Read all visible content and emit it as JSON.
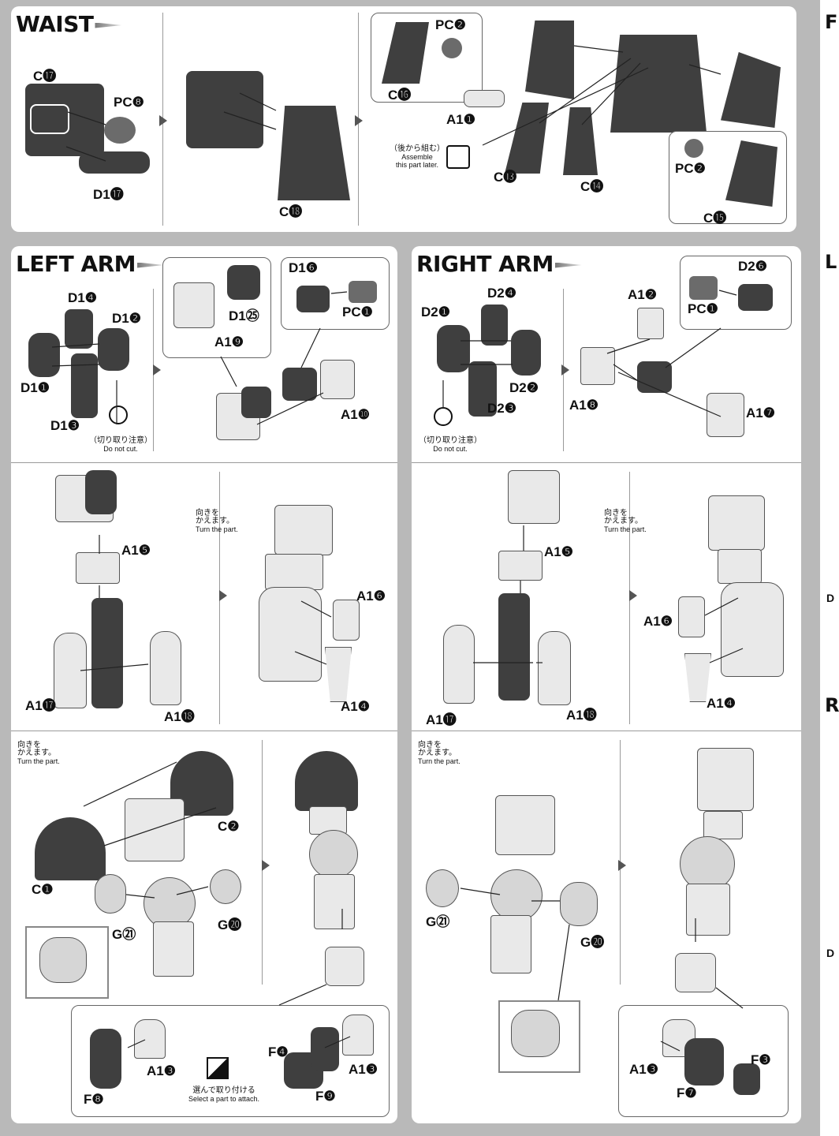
{
  "waist": {
    "title": "WAIST",
    "labels": {
      "c17": "C⓱",
      "pc8": "PC❽",
      "d17": "D1⓱",
      "c18": "C⓲",
      "pc2_top": "PC❷",
      "c16": "C⓰",
      "a11": "A1❶",
      "c13": "C⓭",
      "c14": "C⓮",
      "pc2_inset": "PC❷",
      "c15": "C⓯"
    },
    "assemble_later": {
      "jp": "（後から組む）",
      "en1": "Assemble",
      "en2": "this part later."
    }
  },
  "left_arm": {
    "title": "LEFT ARM",
    "step1": {
      "d14": "D1❹",
      "d12": "D1❷",
      "d11": "D1❶",
      "d13": "D1❸",
      "d125": "D1㉕",
      "a19": "A1❾",
      "d16": "D1❻",
      "pc1": "PC❶",
      "a110": "A1❿"
    },
    "do_not_cut": {
      "jp": "（切り取り注意）",
      "en": "Do not cut."
    },
    "step2": {
      "a15": "A1❺",
      "a16": "A1❻",
      "a17": "A1⓱",
      "a18": "A1⓲",
      "a14": "A1❹"
    },
    "turn_part": {
      "jp1": "向きを",
      "jp2": "かえます。",
      "en": "Turn the part."
    },
    "step3": {
      "c2": "C❷",
      "c1": "C❶",
      "g21": "G㉑",
      "g20": "G⓴",
      "a13a": "A1❸",
      "f8": "F❽",
      "f4": "F❹",
      "a13b": "A1❸",
      "f9": "F❾"
    },
    "select_part": {
      "jp": "選んで取り付ける",
      "en": "Select a part to attach."
    }
  },
  "right_arm": {
    "title": "RIGHT ARM",
    "step1": {
      "d24": "D2❹",
      "d21": "D2❶",
      "d22": "D2❷",
      "d23": "D2❸",
      "a12": "A1❷",
      "d26": "D2❻",
      "pc1": "PC❶",
      "a18": "A1❽",
      "a17": "A1❼"
    },
    "do_not_cut": {
      "jp": "（切り取り注意）",
      "en": "Do not cut."
    },
    "step2": {
      "a15": "A1❺",
      "a16": "A1❻",
      "a17": "A1⓱",
      "a18": "A1⓲",
      "a14": "A1❹"
    },
    "turn_part": {
      "jp1": "向きを",
      "jp2": "かえます。",
      "en": "Turn the part."
    },
    "step3": {
      "g21": "G㉑",
      "g20": "G⓴",
      "a13": "A1❸",
      "f7": "F❼",
      "f3": "F❸"
    }
  },
  "edge": {
    "top": "F",
    "mid": "L",
    "low": "R",
    "d_a": "D",
    "d_b": "D"
  },
  "colors": {
    "background": "#b9b9b9",
    "panel": "#ffffff",
    "dark_part": "#3f3f3f",
    "light_part": "#e9e9e9"
  }
}
